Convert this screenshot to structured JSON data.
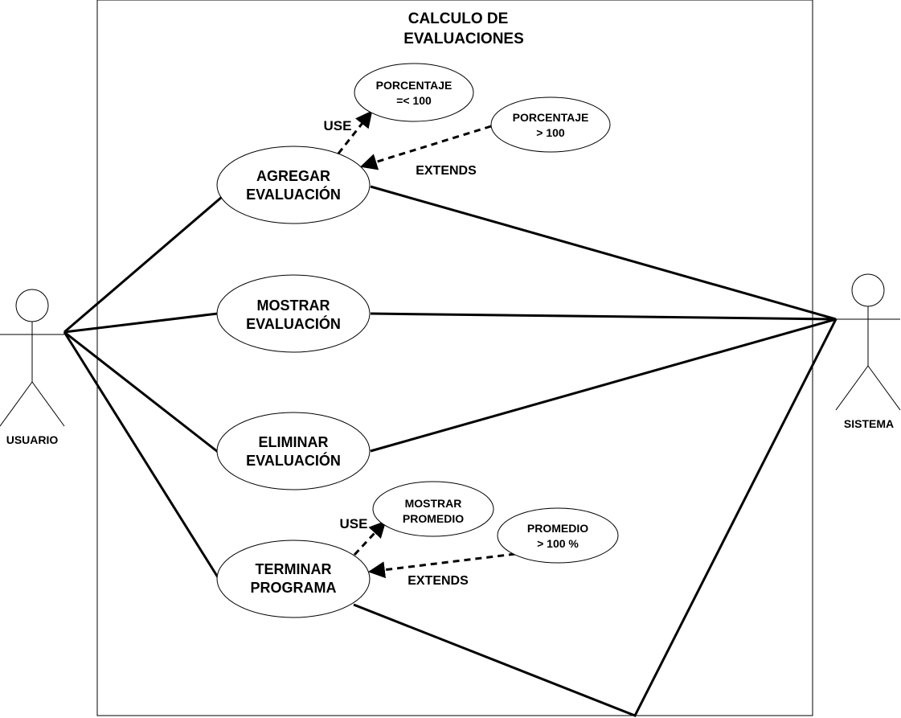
{
  "diagram": {
    "type": "use-case",
    "system_title": [
      "CALCULO DE",
      "EVALUACIONES"
    ],
    "actors": [
      {
        "id": "usuario",
        "label": "USUARIO"
      },
      {
        "id": "sistema",
        "label": "SISTEMA"
      }
    ],
    "use_cases": [
      {
        "id": "agregar",
        "lines": [
          "AGREGAR",
          "EVALUACIÓN"
        ]
      },
      {
        "id": "mostrar",
        "lines": [
          "MOSTRAR",
          "EVALUACIÓN"
        ]
      },
      {
        "id": "eliminar",
        "lines": [
          "ELIMINAR",
          "EVALUACIÓN"
        ]
      },
      {
        "id": "terminar",
        "lines": [
          "TERMINAR",
          "PROGRAMA"
        ]
      },
      {
        "id": "porc-le",
        "lines": [
          "PORCENTAJE",
          "=< 100"
        ]
      },
      {
        "id": "porc-gt",
        "lines": [
          "PORCENTAJE",
          "> 100"
        ]
      },
      {
        "id": "mostrar-prom",
        "lines": [
          "MOSTRAR",
          "PROMEDIO"
        ]
      },
      {
        "id": "prom-gt",
        "lines": [
          "PROMEDIO",
          "> 100 %"
        ]
      }
    ],
    "relation_labels": {
      "use_1": "USE",
      "extends_1": "EXTENDS",
      "use_2": "USE",
      "extends_2": "EXTENDS"
    },
    "associations": [
      [
        "usuario",
        "agregar"
      ],
      [
        "usuario",
        "mostrar"
      ],
      [
        "usuario",
        "eliminar"
      ],
      [
        "usuario",
        "terminar"
      ],
      [
        "agregar",
        "sistema"
      ],
      [
        "mostrar",
        "sistema"
      ],
      [
        "eliminar",
        "sistema"
      ],
      [
        "terminar",
        "sistema"
      ]
    ],
    "dependencies": [
      {
        "from": "agregar",
        "to": "porc-le",
        "kind": "use"
      },
      {
        "from": "porc-gt",
        "to": "agregar",
        "kind": "extends"
      },
      {
        "from": "terminar",
        "to": "mostrar-prom",
        "kind": "use"
      },
      {
        "from": "prom-gt",
        "to": "terminar",
        "kind": "extends"
      }
    ]
  }
}
